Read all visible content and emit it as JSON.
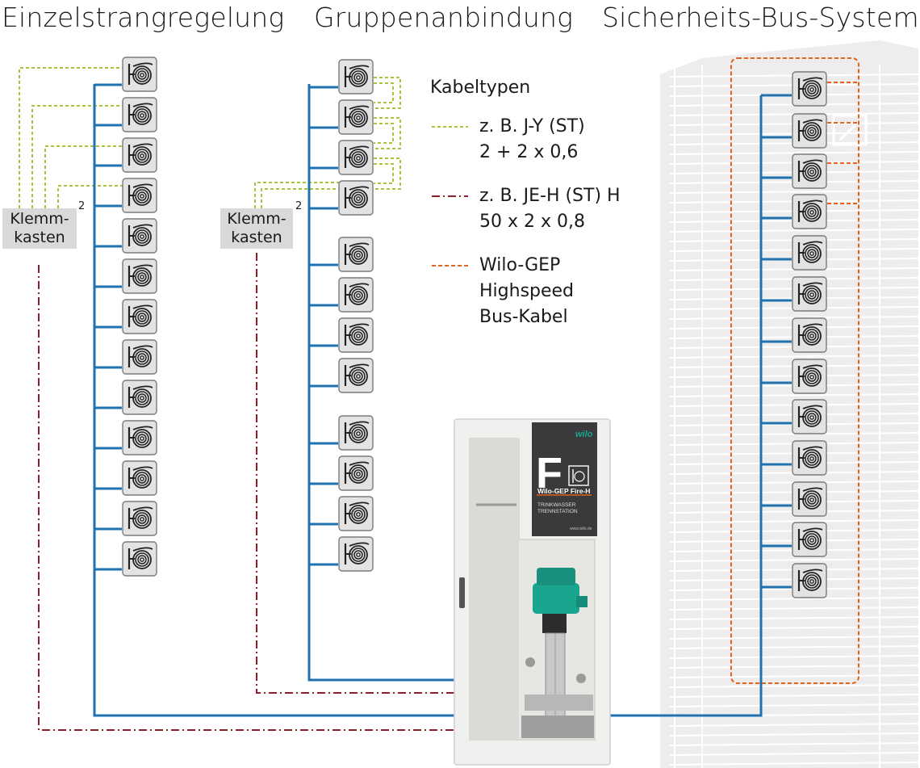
{
  "headings": {
    "left": "Einzelstrangregelung",
    "middle": "Gruppenanbindung",
    "right": "Sicherheits-Bus-System"
  },
  "junction_box": {
    "line1": "Klemm-",
    "line2": "kasten",
    "superscript": "2"
  },
  "legend": {
    "title": "Kabeltypen",
    "items": [
      {
        "line1": "z. B. J-Y (ST)",
        "line2": "2 + 2 x 0,6",
        "style": "dotted",
        "color": "#a6c63a"
      },
      {
        "line1": "z. B. JE-H (ST) H",
        "line2": "50 x 2 x 0,8",
        "style": "dash-dot",
        "color": "#8c1f2a"
      },
      {
        "line1": "Wilo-GEP",
        "line2": "Highspeed",
        "line3": "Bus-Kabel",
        "style": "dashed",
        "color": "#e2631c"
      }
    ]
  },
  "cabinet_label": {
    "brand": "wilo",
    "letter": "F",
    "product": "Wilo-GEP Fire-H",
    "line1": "TRINKWASSER",
    "line2": "TRENNSTATION",
    "url": "www.wilo.de"
  },
  "colors": {
    "bus_line": "#1f72b0",
    "icon_fill": "#e3e3e3",
    "building": "#ededed",
    "cabinet": "#f0f0ee",
    "panel": "#3a3a3c",
    "pump": "#1aa58e"
  },
  "icons": {
    "hose_reel": "hose-reel-icon"
  },
  "groups": {
    "left_reels": 13,
    "middle_reels": 12,
    "right_reels": 13
  }
}
